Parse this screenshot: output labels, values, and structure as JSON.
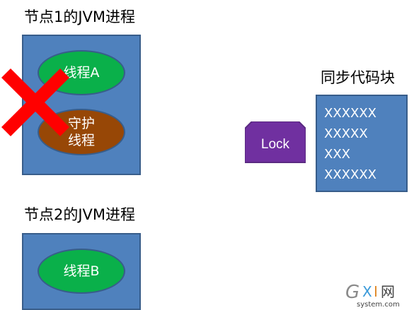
{
  "node1": {
    "title": "节点1的JVM进程",
    "thread_a": "线程A",
    "daemon_line1": "守护",
    "daemon_line2": "线程"
  },
  "node2": {
    "title": "节点2的JVM进程",
    "thread_b": "线程B"
  },
  "lock": {
    "label": "Lock"
  },
  "sync_block": {
    "title": "同步代码块",
    "lines": [
      "XXXXXX",
      "XXXXX",
      "XXX",
      "XXXXXX"
    ]
  },
  "watermark": {
    "logo_main": "GXI网",
    "logo_sub": "system.com"
  },
  "colors": {
    "box_fill": "#4f81bd",
    "thread_green": "#0ab04a",
    "daemon_brown": "#974706",
    "lock_purple": "#7030a0",
    "cross_red": "#ff0000"
  }
}
